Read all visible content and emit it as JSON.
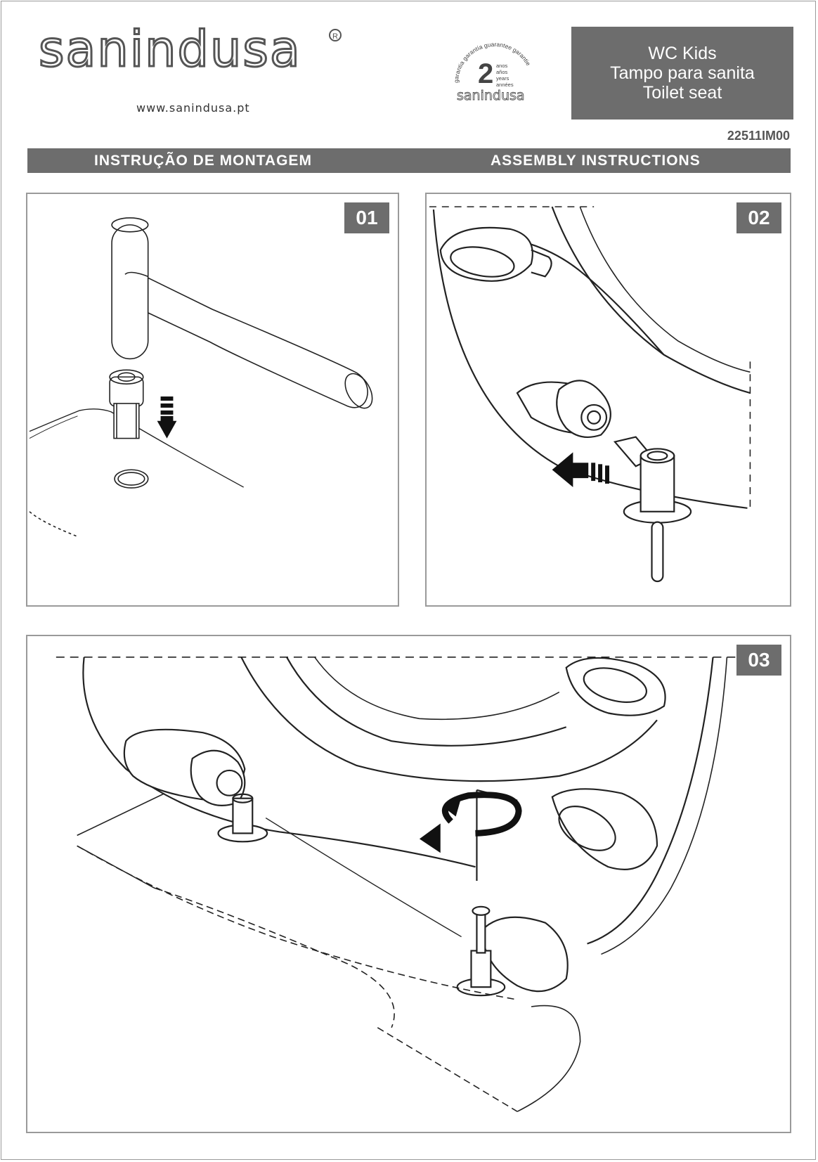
{
  "brand": {
    "name": "sanindusa",
    "registered_mark": "R",
    "url": "www.sanindusa.pt"
  },
  "warranty_badge": {
    "ring_text": "garantia garantía guarantee garantie",
    "number": "2",
    "units": [
      "anos",
      "años",
      "years",
      "années"
    ],
    "brand": "sanindusa"
  },
  "product": {
    "title_lines": [
      "WC Kids",
      "Tampo para sanita",
      "Toilet seat"
    ],
    "code": "22511IM00"
  },
  "instructions": {
    "label_pt": "INSTRUÇÃO DE MONTAGEM",
    "label_en": "ASSEMBLY INSTRUCTIONS"
  },
  "steps": [
    {
      "number": "01"
    },
    {
      "number": "02"
    },
    {
      "number": "03"
    }
  ],
  "colors": {
    "band_gray": "#6d6d6d",
    "frame_gray": "#9a9a9a",
    "ink": "#222222"
  }
}
